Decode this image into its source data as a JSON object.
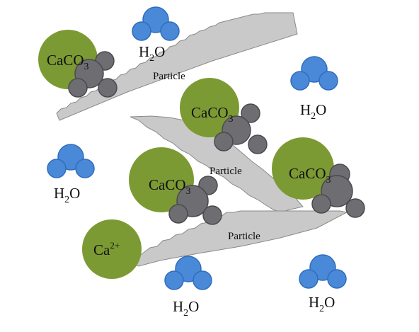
{
  "colors": {
    "water": "#4a89d8",
    "water_stroke": "#2f6dbd",
    "calcium": "#7b9a33",
    "carbonate": "#6e6e72",
    "carbonate_stroke": "#4a4a4e",
    "particle": "#c9c9c9",
    "particle_stroke": "#8a8a8a"
  },
  "labels": {
    "caco3": {
      "main": "CaCO",
      "sub": "3"
    },
    "h2o": {
      "main1": "H",
      "sub": "2",
      "main2": "O"
    },
    "ca2": {
      "main": "Ca",
      "sup": "2+"
    },
    "particle": "Particle"
  }
}
